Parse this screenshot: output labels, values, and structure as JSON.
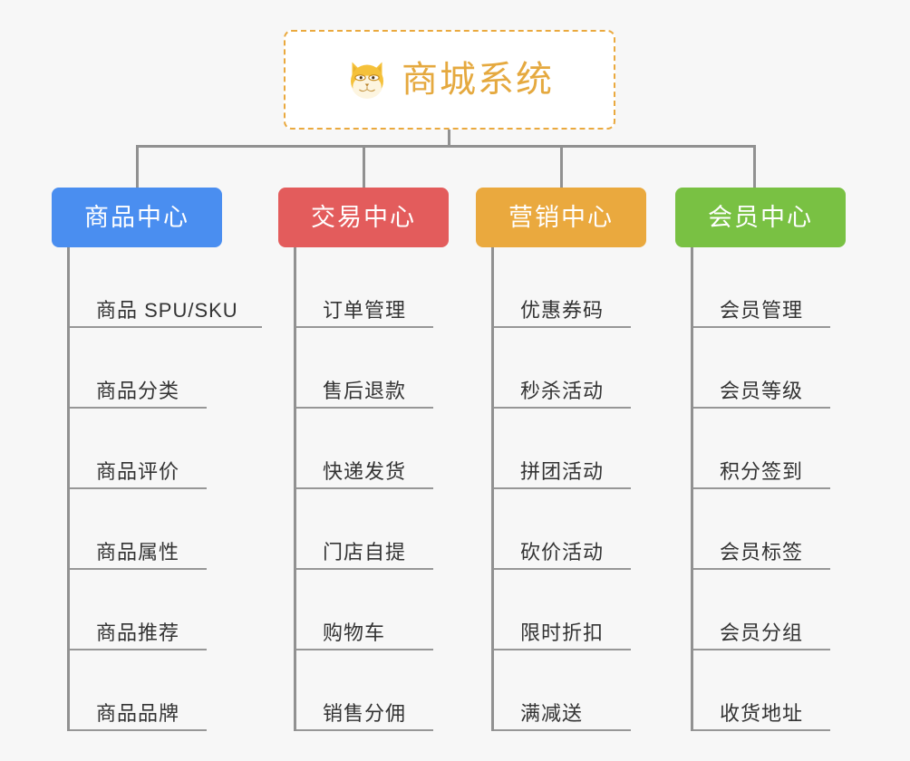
{
  "page": {
    "background_color": "#f7f7f7",
    "connector_color": "#919191",
    "leaf_text_color": "#333333",
    "leaf_rule_color": "#979797"
  },
  "root": {
    "title": "商城系统",
    "icon": "dog-face-icon",
    "text_color": "#e5a93f",
    "border_color": "#eaa93e",
    "background_color": "#ffffff"
  },
  "categories": [
    {
      "label": "商品中心",
      "color": "#4a8ef0",
      "items": [
        "商品 SPU/SKU",
        "商品分类",
        "商品评价",
        "商品属性",
        "商品推荐",
        "商品品牌"
      ]
    },
    {
      "label": "交易中心",
      "color": "#e35c5c",
      "items": [
        "订单管理",
        "售后退款",
        "快递发货",
        "门店自提",
        "购物车",
        "销售分佣"
      ]
    },
    {
      "label": "营销中心",
      "color": "#eaa93e",
      "items": [
        "优惠券码",
        "秒杀活动",
        "拼团活动",
        "砍价活动",
        "限时折扣",
        "满减送"
      ]
    },
    {
      "label": "会员中心",
      "color": "#79c143",
      "items": [
        "会员管理",
        "会员等级",
        "积分签到",
        "会员标签",
        "会员分组",
        "收货地址"
      ]
    }
  ]
}
